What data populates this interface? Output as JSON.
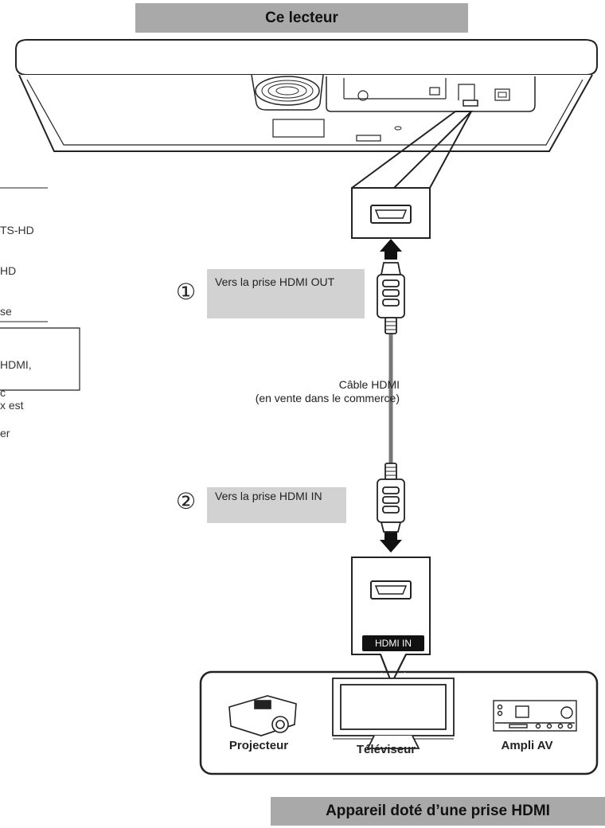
{
  "header": {
    "title": "Ce lecteur"
  },
  "footer": {
    "title": "Appareil doté d’une prise HDMI"
  },
  "steps": [
    {
      "number": "①",
      "label": "Vers la prise HDMI OUT"
    },
    {
      "number": "②",
      "label": "Vers la prise HDMI IN"
    }
  ],
  "cable": {
    "line1": "Câble HDMI",
    "line2": "(en vente dans le commerce)"
  },
  "hdmi_in_badge": "HDMI IN",
  "devices": [
    {
      "name": "Projecteur"
    },
    {
      "name": "Téléviseur"
    },
    {
      "name": "Ampli AV"
    }
  ],
  "side_text": {
    "block1": [
      "TS-HD",
      "HD",
      "se",
      "",
      "c",
      "er"
    ],
    "block2": [
      "HDMI,",
      "x est"
    ]
  }
}
